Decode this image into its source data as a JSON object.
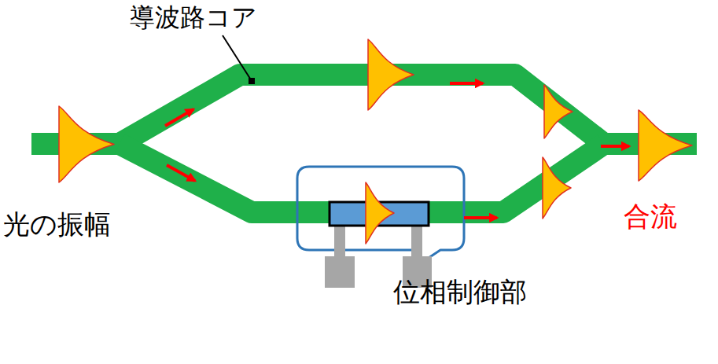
{
  "diagram": {
    "labels": [
      "導波路コア",
      "光の振幅",
      "合流",
      "位相制御部"
    ]
  }
}
